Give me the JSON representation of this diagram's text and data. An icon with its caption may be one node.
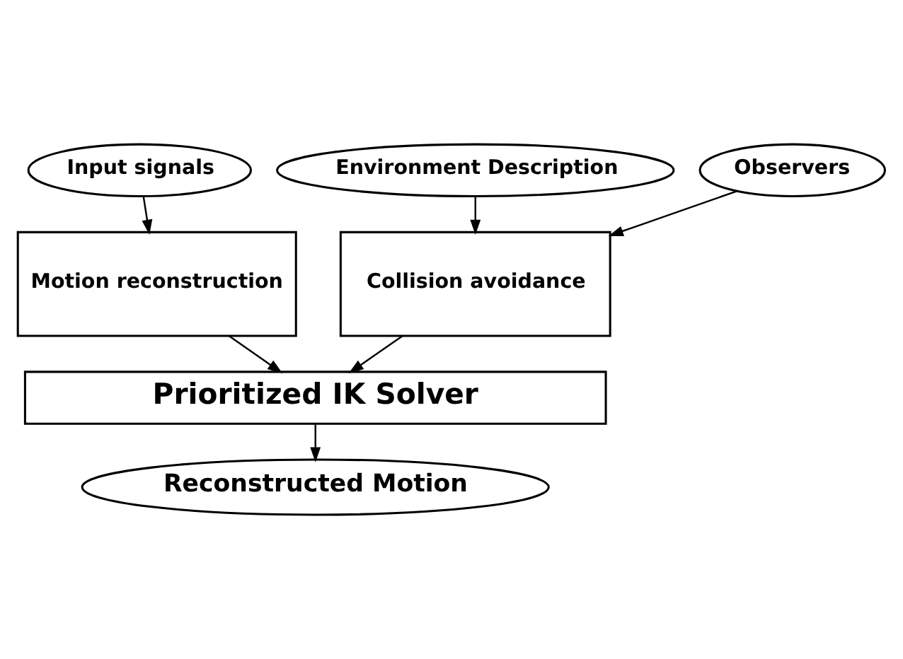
{
  "diagram": {
    "nodes": [
      {
        "text": [
          "Input signals"
        ]
      },
      {
        "text": [
          "Environment Description"
        ]
      },
      {
        "text": [
          "Observers"
        ]
      },
      {
        "text": [
          "Motion reconstruction"
        ]
      },
      {
        "text": [
          "Collision avoidance"
        ]
      },
      {
        "text": [
          "Prioritized IK Solver"
        ]
      },
      {
        "text": [
          "Reconstructed Motion"
        ]
      }
    ],
    "edges": [
      {
        "from": 0,
        "to": 3,
        "arrow": "to"
      },
      {
        "from": 1,
        "to": 4,
        "arrow": "to"
      },
      {
        "from": 2,
        "to": 4,
        "arrow": "to"
      },
      {
        "from": 3,
        "to": 5,
        "arrow": "to"
      },
      {
        "from": 4,
        "to": 5,
        "arrow": "to"
      },
      {
        "from": 5,
        "to": 6,
        "arrow": "to"
      }
    ]
  }
}
